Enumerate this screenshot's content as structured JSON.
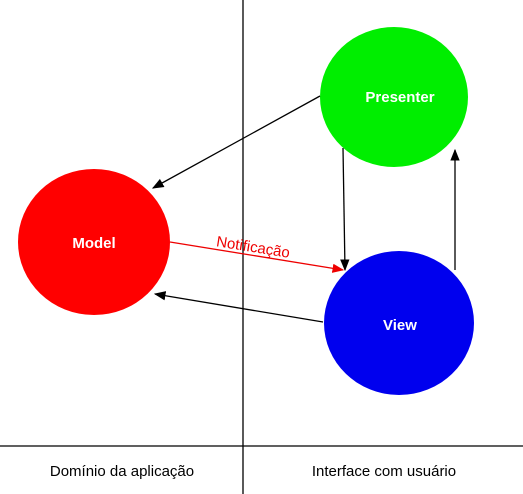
{
  "nodes": {
    "presenter": {
      "label": "Presenter",
      "color": "#00ee00"
    },
    "model": {
      "label": "Model",
      "color": "#ff0000"
    },
    "view": {
      "label": "View",
      "color": "#0000ee"
    }
  },
  "edges": {
    "notification": {
      "label": "Notificação",
      "color": "#ee0000"
    },
    "default_color": "#000000"
  },
  "regions": {
    "left_caption": "Domínio da aplicação",
    "right_caption": "Interface com usuário"
  },
  "divider_color": "#000000"
}
